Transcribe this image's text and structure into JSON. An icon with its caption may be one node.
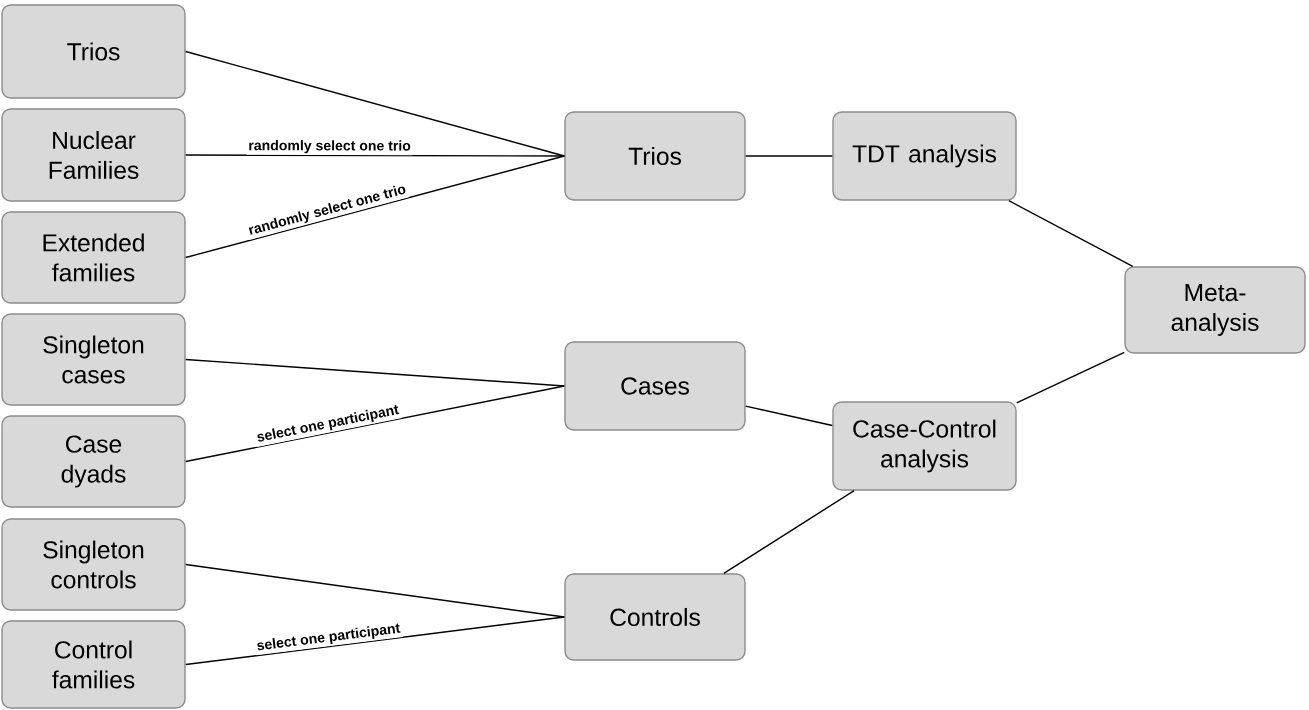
{
  "diagram": {
    "nodes": [
      {
        "text": [
          "Trios"
        ]
      },
      {
        "text": [
          "Nuclear Families"
        ]
      },
      {
        "text": [
          "Extended families"
        ]
      },
      {
        "text": [
          "Singleton cases"
        ]
      },
      {
        "text": [
          "Case dyads"
        ]
      },
      {
        "text": [
          "Singleton controls"
        ]
      },
      {
        "text": [
          "Control families"
        ]
      },
      {
        "text": [
          "Trios"
        ]
      },
      {
        "text": [
          "Cases"
        ]
      },
      {
        "text": [
          "Controls"
        ]
      },
      {
        "text": [
          "TDT analysis"
        ]
      },
      {
        "text": [
          "Case-Control analysis"
        ]
      },
      {
        "text": [
          "Meta-analysis"
        ]
      }
    ],
    "edges": [
      {
        "from": 0,
        "to": 7,
        "arrow": "none"
      },
      {
        "from": 1,
        "to": 7,
        "arrow": "none",
        "label": "randomly select one trio"
      },
      {
        "from": 2,
        "to": 7,
        "arrow": "none",
        "label": "randomly select one trio"
      },
      {
        "from": 3,
        "to": 8,
        "arrow": "none"
      },
      {
        "from": 4,
        "to": 8,
        "arrow": "none",
        "label": "select one participant"
      },
      {
        "from": 5,
        "to": 9,
        "arrow": "none"
      },
      {
        "from": 6,
        "to": 9,
        "arrow": "none",
        "label": "select one participant"
      },
      {
        "from": 7,
        "to": 10,
        "arrow": "none"
      },
      {
        "from": 8,
        "to": 11,
        "arrow": "none"
      },
      {
        "from": 9,
        "to": 11,
        "arrow": "none"
      },
      {
        "from": 10,
        "to": 12,
        "arrow": "none"
      },
      {
        "from": 11,
        "to": 12,
        "arrow": "none"
      }
    ]
  }
}
